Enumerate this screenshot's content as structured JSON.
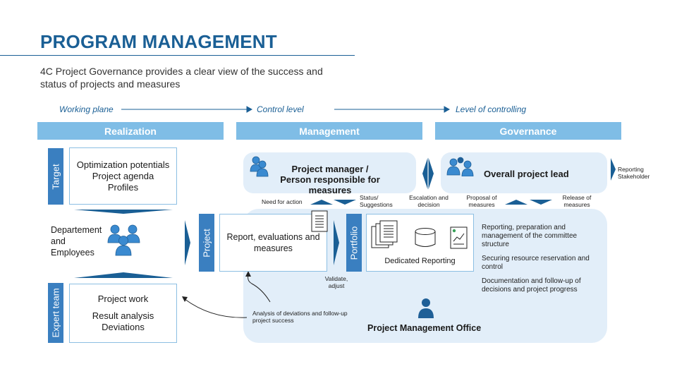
{
  "title": "PROGRAM MANAGEMENT",
  "subtitle": "4C Project Governance provides a clear view of the success and status of projects and measures",
  "planes": {
    "working": "Working plane",
    "control": "Control level",
    "controlling": "Level of controlling"
  },
  "columns": {
    "realization": "Realization",
    "management": "Management",
    "governance": "Governance"
  },
  "tabs": {
    "target": "Target",
    "expert_team": "Expert team",
    "project": "Project",
    "portfolio": "Portfolio"
  },
  "target_box": {
    "lines": [
      "Optimization potentials",
      "Project agenda",
      "Profiles"
    ]
  },
  "departement": {
    "lines": [
      "Departement",
      "and",
      "Employees"
    ]
  },
  "expert_box": {
    "line1": "Project work",
    "line2": "Result analysis",
    "line3": "Deviations"
  },
  "pm_panel": {
    "line1": "Project manager /",
    "line2": "Person responsible for measures"
  },
  "lead_panel": {
    "label": "Overall project lead"
  },
  "reporting_stakeholder": "Reporting Stakeholder",
  "flows": {
    "need_for_action": "Need for action",
    "status_suggestions": "Status/ Suggestions",
    "escalation": "Escalation and decision",
    "proposal": "Proposal of measures",
    "release": "Release of measures",
    "validate": "Validate, adjust",
    "analysis": "Analysis of deviations and follow-up project success"
  },
  "report_box": {
    "label": "Report, evaluations and measures"
  },
  "dedicated_reporting": "Dedicated Reporting",
  "pmo_bullets": [
    "Reporting, preparation and management of the committee structure",
    "Securing resource reservation and control",
    "Documentation and follow-up of decisions and project progress"
  ],
  "pmo_label": "Project Management Office",
  "colors": {
    "primary": "#1a5f95",
    "header_bar": "#7fbde6",
    "tab": "#3a7fc0",
    "panel": "#e2eef9",
    "icon": "#3a8ad0"
  },
  "icons": [
    "people-group-icon",
    "person-pair-icon",
    "document-icon",
    "database-icon",
    "chart-document-icon",
    "person-icon"
  ]
}
